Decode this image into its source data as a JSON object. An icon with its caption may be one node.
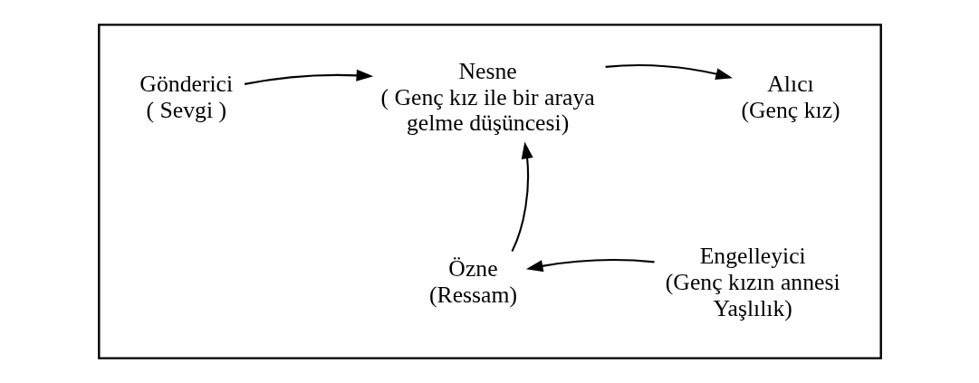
{
  "diagram": {
    "nodes": [
      {
        "text": [],
        "shape": "box"
      },
      {
        "text": [
          "Gönderici",
          "( Sevgi )"
        ],
        "in": 0
      },
      {
        "text": [
          "Nesne",
          "( Genç kız ile bir araya gelme düşüncesi)"
        ],
        "in": 0
      },
      {
        "text": [
          "Alıcı",
          "(Genç kız)"
        ],
        "in": 0
      },
      {
        "text": [
          "Özne",
          "(Ressam)"
        ],
        "in": 0
      },
      {
        "text": [
          "Engelleyici",
          "(Genç kızın annesi Yaşlılık)"
        ],
        "in": 0
      }
    ],
    "edges": [
      {
        "from": 1,
        "to": 2,
        "arrow": "to"
      },
      {
        "from": 2,
        "to": 3,
        "arrow": "to"
      },
      {
        "from": 4,
        "to": 2,
        "arrow": "to"
      },
      {
        "from": 5,
        "to": 4,
        "arrow": "to"
      }
    ]
  }
}
